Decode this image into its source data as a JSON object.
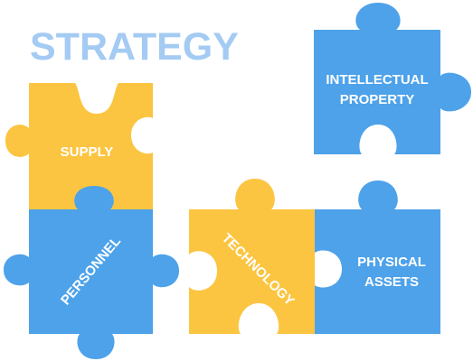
{
  "title": "STRATEGY",
  "colors": {
    "title": "#a3cbf3",
    "blue": "#4da2e9",
    "yellow": "#fbc541",
    "text": "#ffffff"
  },
  "pieces": {
    "supply": {
      "label": "SUPPLY",
      "color": "yellow"
    },
    "personnel": {
      "label": "PERSONNEL",
      "color": "blue"
    },
    "technology": {
      "label": "TECHNOLOGY",
      "color": "yellow"
    },
    "physical_assets": {
      "label_line1": "PHYSICAL",
      "label_line2": "ASSETS",
      "color": "blue"
    },
    "intellectual_property": {
      "label_line1": "INTELLECTUAL",
      "label_line2": "PROPERTY",
      "color": "blue"
    }
  }
}
